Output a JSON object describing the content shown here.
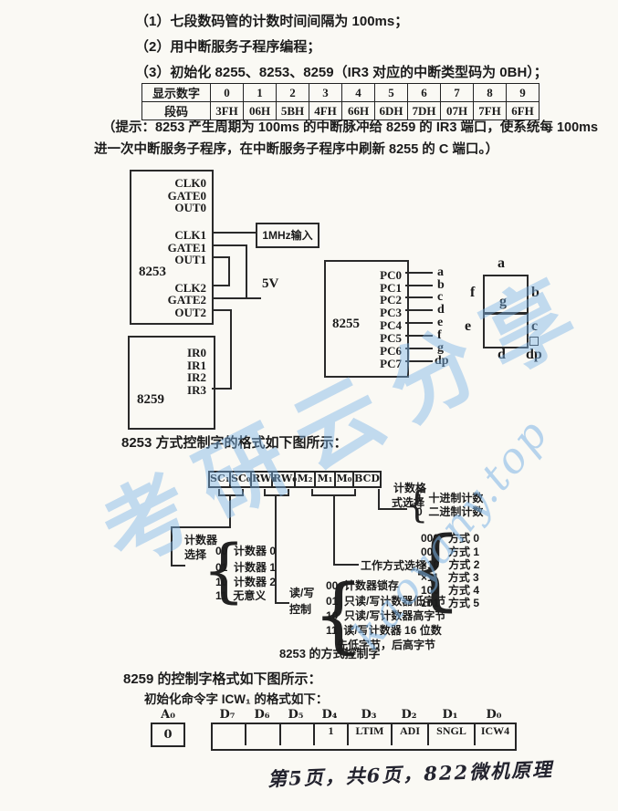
{
  "intro": {
    "items": [
      "（1）七段数码管的计数时间间隔为 100ms；",
      "（2）用中断服务子程序编程；",
      "（3）初始化 8255、8253、8259（IR3 对应的中断类型码为 0BH）；"
    ],
    "hint_line1": "（提示：8253 产生周期为 100ms 的中断脉冲给 8259 的 IR3 端口，使系统每 100ms",
    "hint_line2": "进一次中断服务子程序，在中断服务子程序中刷新 8255 的 C 端口。）"
  },
  "segment_table": {
    "row_labels": [
      "显示数字",
      "段码"
    ],
    "digits": [
      "0",
      "1",
      "2",
      "3",
      "4",
      "5",
      "6",
      "7",
      "8",
      "9"
    ],
    "codes": [
      "3FH",
      "06H",
      "5BH",
      "4FH",
      "66H",
      "6DH",
      "7DH",
      "07H",
      "7FH",
      "6FH"
    ]
  },
  "circuit": {
    "chip_8253": {
      "label": "8253",
      "pins": [
        "CLK0",
        "GATE0",
        "OUT0",
        "CLK1",
        "GATE1",
        "OUT1",
        "CLK2",
        "GATE2",
        "OUT2"
      ]
    },
    "clock_source": "1MHz输入",
    "power": "5V",
    "chip_8259": {
      "label": "8259",
      "pins": [
        "IR0",
        "IR1",
        "IR2",
        "IR3"
      ]
    },
    "chip_8255": {
      "label": "8255",
      "pins": [
        "PC0",
        "PC1",
        "PC2",
        "PC3",
        "PC4",
        "PC5",
        "PC6",
        "PC7"
      ]
    },
    "segment_lines": [
      "a",
      "b",
      "c",
      "d",
      "e",
      "f",
      "g",
      "dp"
    ],
    "display": {
      "a": "a",
      "b": "b",
      "c": "c",
      "d": "d",
      "e": "e",
      "f": "f",
      "g": "g",
      "dp": "dp"
    }
  },
  "cw8253": {
    "section_title": "8253 方式控制字的格式如下图所示：",
    "bits": [
      "SC₁",
      "SC₀",
      "RW₁",
      "RW₀",
      "M₂",
      "M₁",
      "M₀",
      "BCD"
    ],
    "counter_select": {
      "label_1": "计数器",
      "label_2": "选择",
      "items": [
        "00  计数器 0",
        "01  计数器 1",
        "10  计数器 2",
        "11  无意义"
      ]
    },
    "rw_control": {
      "label_1": "读/写",
      "label_2": "控制",
      "items": [
        "00  计数器锁存",
        "01  只读/写计数器低字节",
        "10  只读/写计数器高字节",
        "11  读/写计数器 16 位数",
        "先低字节，后高字节"
      ]
    },
    "work_mode": {
      "label": "工作方式选择",
      "items": [
        "000   方式 0",
        "001   方式 1",
        "×10   方式 2",
        "×11   方式 3",
        "100   方式 4",
        "101   方式 5"
      ]
    },
    "count_format": {
      "label_1": "计数格",
      "label_2": "式选择",
      "items": [
        "1  十进制计数",
        "0  二进制计数"
      ]
    },
    "caption": "8253 的方式控制字"
  },
  "cw8259": {
    "section_title": "8259 的控制字格式如下图所示：",
    "subtitle": "初始化命令字 ICW₁ 的格式如下：",
    "icw1": {
      "a0_header": "A₀",
      "a0_value": "0",
      "bit_headers": [
        "D₇",
        "D₆",
        "D₅",
        "D₄",
        "D₃",
        "D₂",
        "D₁",
        "D₀"
      ],
      "bit_values": [
        "",
        "",
        "",
        "1",
        "LTIM",
        "ADI",
        "SNGL",
        "ICW4"
      ]
    }
  },
  "footer": {
    "page_note": "第5页，共6页，822微机原理"
  },
  "watermark": {
    "text_cn": "考研云分享",
    "text_url": "kaoyany.top",
    "color": "#7db4e6"
  }
}
